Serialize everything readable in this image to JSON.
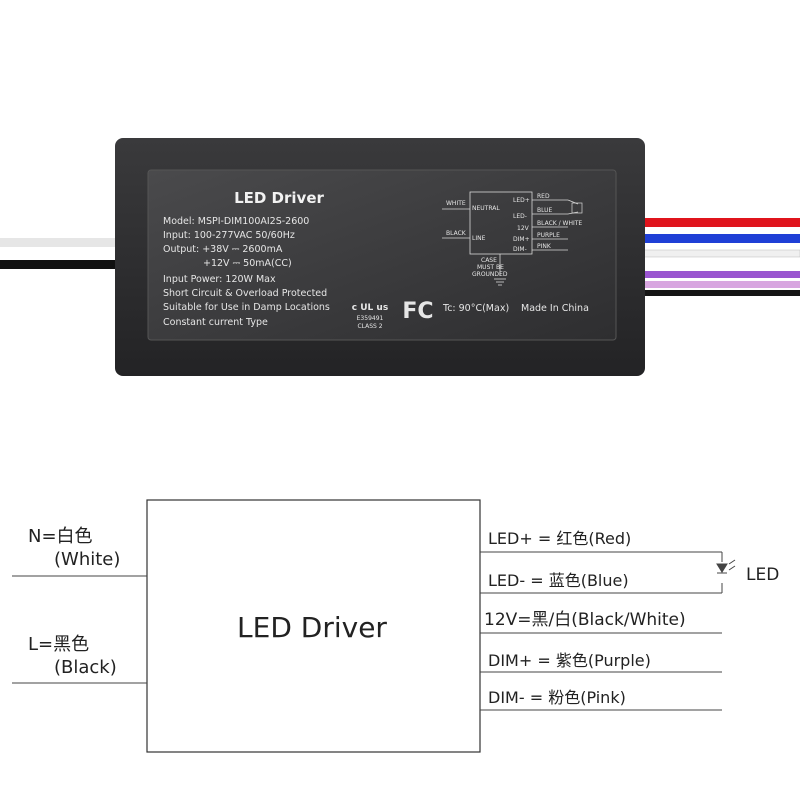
{
  "device": {
    "title": "LED Driver",
    "spec_lines": [
      "Model: MSPI-DIM100AI2S-2600",
      "Input: 100-277VAC 50/60Hz",
      "Output: +38V ⎓ 2600mA",
      "+12V ⎓ 50mA(CC)",
      "Input Power: 120W Max",
      "Short Circuit & Overload Protected",
      "Suitable for Use in Damp Locations",
      "Constant current Type"
    ],
    "ul_mark": "c UL us",
    "ul_file": "E359491",
    "ul_class": "CLASS 2",
    "fcc_mark": "FC",
    "tc": "Tc: 90°C(Max)",
    "origin": "Made In China",
    "schematic": {
      "left_wires": [
        "WHITE",
        "BLACK"
      ],
      "left_terms": [
        "NEUTRAL",
        "LINE"
      ],
      "right_terms": [
        "LED+",
        "LED-",
        "12V",
        "DIM+",
        "DIM-"
      ],
      "right_wires": [
        "RED",
        "BLUE",
        "BLACK / WHITE",
        "PURPLE",
        "PINK"
      ],
      "case_note": [
        "CASE",
        "MUST BE",
        "GROUNDED"
      ]
    },
    "wire_colors": {
      "white": "#e8e8e8",
      "black": "#111111",
      "red": "#e0141c",
      "blue": "#1f3fd6",
      "black_white": "#f2f2f2",
      "purple": "#9a55d0",
      "pink": "#d8a6e0"
    }
  },
  "diagram": {
    "box_title": "LED Driver",
    "inputs": [
      {
        "line1": "N=白色",
        "line2": "(White)"
      },
      {
        "line1": "L=黑色",
        "line2": "(Black)"
      }
    ],
    "outputs": [
      "LED+ = 红色(Red)",
      "LED-  = 蓝色(Blue)",
      "12V=黑/白(Black/White)",
      "DIM+ = 紫色(Purple)",
      "DIM-  = 粉色(Pink)"
    ],
    "load_label": "LED"
  }
}
